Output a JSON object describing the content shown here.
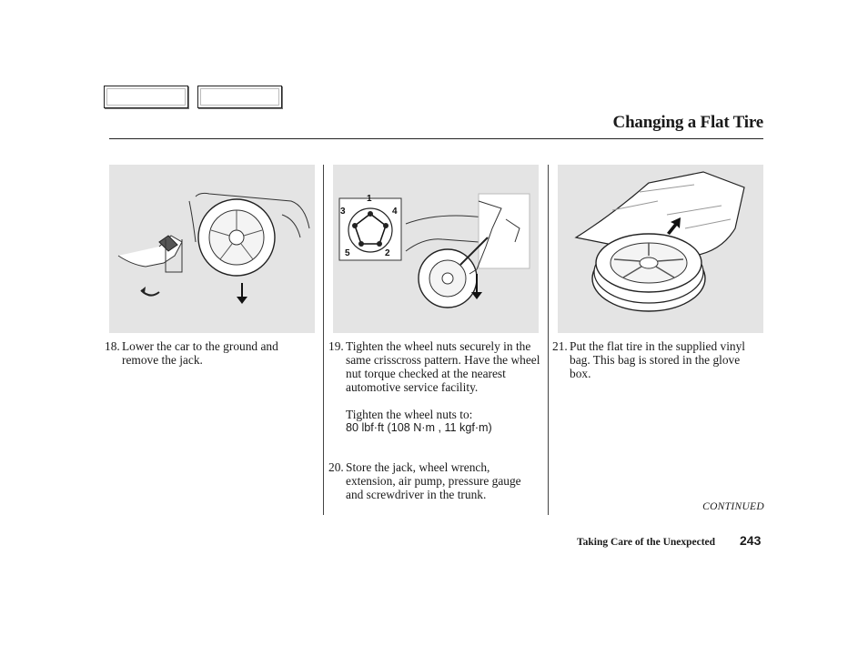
{
  "header": {
    "title": "Changing a Flat Tire"
  },
  "steps": [
    {
      "number": "18.",
      "text": "Lower the car to the ground and remove the jack."
    },
    {
      "number": "19.",
      "text": "Tighten the wheel nuts securely in the same crisscross pattern. Have the wheel nut torque checked at the nearest automotive service facility."
    },
    {
      "number": "20.",
      "text": "Store the jack, wheel wrench, extension, air pump, pressure gauge and screwdriver in the trunk."
    },
    {
      "number": "21.",
      "text": "Put the flat tire in the supplied vinyl bag. This bag is stored in the glove box."
    }
  ],
  "torque": {
    "intro": "Tighten the wheel nuts to:",
    "value": "80 lbf·ft (108 N·m , 11 kgf·m)"
  },
  "nut_pattern_labels": [
    "1",
    "2",
    "3",
    "4",
    "5"
  ],
  "footer": {
    "continued": "CONTINUED",
    "section": "Taking Care of the Unexpected",
    "page_number": "243"
  }
}
